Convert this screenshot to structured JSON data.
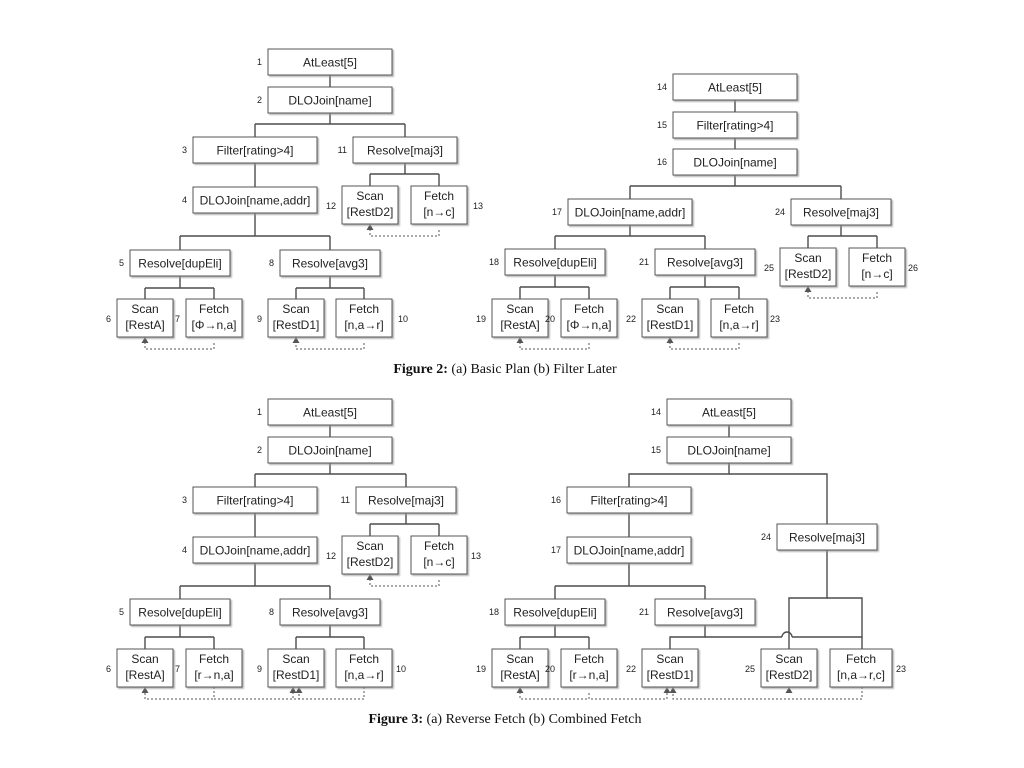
{
  "figure2": {
    "caption_label": "Figure 2:",
    "caption_text": " (a) Basic Plan (b) Filter Later",
    "panel_a": {
      "nodes": [
        {
          "id": "1",
          "lines": [
            "AtLeast[5]"
          ]
        },
        {
          "id": "2",
          "lines": [
            "DLOJoin[name]"
          ]
        },
        {
          "id": "3",
          "lines": [
            "Filter[rating>4]"
          ]
        },
        {
          "id": "11",
          "lines": [
            "Resolve[maj3]"
          ]
        },
        {
          "id": "4",
          "lines": [
            "DLOJoin[name,addr]"
          ]
        },
        {
          "id": "12",
          "lines": [
            "Scan",
            "[RestD2]"
          ]
        },
        {
          "id": "13",
          "lines": [
            "Fetch",
            "[n→c]"
          ]
        },
        {
          "id": "5",
          "lines": [
            "Resolve[dupEli]"
          ]
        },
        {
          "id": "8",
          "lines": [
            "Resolve[avg3]"
          ]
        },
        {
          "id": "6",
          "lines": [
            "Scan",
            "[RestA]"
          ]
        },
        {
          "id": "7",
          "lines": [
            "Fetch",
            "[Φ→n,a]"
          ]
        },
        {
          "id": "9",
          "lines": [
            "Scan",
            "[RestD1]"
          ]
        },
        {
          "id": "10",
          "lines": [
            "Fetch",
            "[n,a→r]"
          ]
        }
      ]
    },
    "panel_b": {
      "nodes": [
        {
          "id": "14",
          "lines": [
            "AtLeast[5]"
          ]
        },
        {
          "id": "15",
          "lines": [
            "Filter[rating>4]"
          ]
        },
        {
          "id": "16",
          "lines": [
            "DLOJoin[name]"
          ]
        },
        {
          "id": "17",
          "lines": [
            "DLOJoin[name,addr]"
          ]
        },
        {
          "id": "24",
          "lines": [
            "Resolve[maj3]"
          ]
        },
        {
          "id": "18",
          "lines": [
            "Resolve[dupEli]"
          ]
        },
        {
          "id": "21",
          "lines": [
            "Resolve[avg3]"
          ]
        },
        {
          "id": "25",
          "lines": [
            "Scan",
            "[RestD2]"
          ]
        },
        {
          "id": "26",
          "lines": [
            "Fetch",
            "[n→c]"
          ]
        },
        {
          "id": "19",
          "lines": [
            "Scan",
            "[RestA]"
          ]
        },
        {
          "id": "20",
          "lines": [
            "Fetch",
            "[Φ→n,a]"
          ]
        },
        {
          "id": "22",
          "lines": [
            "Scan",
            "[RestD1]"
          ]
        },
        {
          "id": "23",
          "lines": [
            "Fetch",
            "[n,a→r]"
          ]
        }
      ]
    }
  },
  "figure3": {
    "caption_label": "Figure 3:",
    "caption_text": " (a) Reverse Fetch (b) Combined Fetch",
    "panel_a": {
      "nodes": [
        {
          "id": "1",
          "lines": [
            "AtLeast[5]"
          ]
        },
        {
          "id": "2",
          "lines": [
            "DLOJoin[name]"
          ]
        },
        {
          "id": "3",
          "lines": [
            "Filter[rating>4]"
          ]
        },
        {
          "id": "11",
          "lines": [
            "Resolve[maj3]"
          ]
        },
        {
          "id": "4",
          "lines": [
            "DLOJoin[name,addr]"
          ]
        },
        {
          "id": "12",
          "lines": [
            "Scan",
            "[RestD2]"
          ]
        },
        {
          "id": "13",
          "lines": [
            "Fetch",
            "[n→c]"
          ]
        },
        {
          "id": "5",
          "lines": [
            "Resolve[dupEli]"
          ]
        },
        {
          "id": "8",
          "lines": [
            "Resolve[avg3]"
          ]
        },
        {
          "id": "6",
          "lines": [
            "Scan",
            "[RestA]"
          ]
        },
        {
          "id": "7",
          "lines": [
            "Fetch",
            "[r→n,a]"
          ]
        },
        {
          "id": "9",
          "lines": [
            "Scan",
            "[RestD1]"
          ]
        },
        {
          "id": "10",
          "lines": [
            "Fetch",
            "[n,a→r]"
          ]
        }
      ]
    },
    "panel_b": {
      "nodes": [
        {
          "id": "14",
          "lines": [
            "AtLeast[5]"
          ]
        },
        {
          "id": "15",
          "lines": [
            "DLOJoin[name]"
          ]
        },
        {
          "id": "16",
          "lines": [
            "Filter[rating>4]"
          ]
        },
        {
          "id": "24",
          "lines": [
            "Resolve[maj3]"
          ]
        },
        {
          "id": "17",
          "lines": [
            "DLOJoin[name,addr]"
          ]
        },
        {
          "id": "18",
          "lines": [
            "Resolve[dupEli]"
          ]
        },
        {
          "id": "21",
          "lines": [
            "Resolve[avg3]"
          ]
        },
        {
          "id": "19",
          "lines": [
            "Scan",
            "[RestA]"
          ]
        },
        {
          "id": "20",
          "lines": [
            "Fetch",
            "[r→n,a]"
          ]
        },
        {
          "id": "22",
          "lines": [
            "Scan",
            "[RestD1]"
          ]
        },
        {
          "id": "25",
          "lines": [
            "Scan",
            "[RestD2]"
          ]
        },
        {
          "id": "23",
          "lines": [
            "Fetch",
            "[n,a→r,c]"
          ]
        }
      ]
    }
  }
}
